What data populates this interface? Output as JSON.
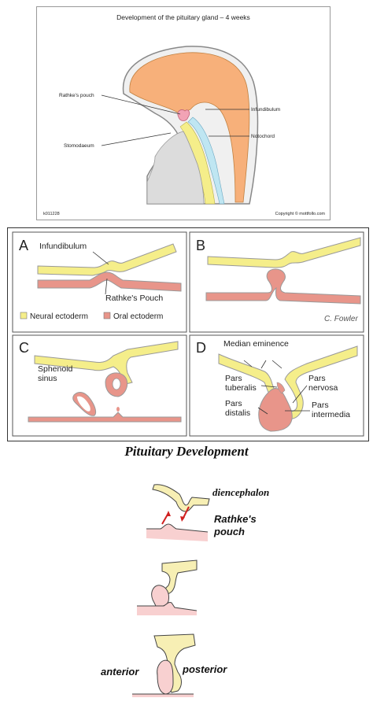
{
  "top_figure": {
    "title": "Development of the pituitary gland – 4 weeks",
    "labels": {
      "rathkes_pouch": "Rathke's pouch",
      "infundibulum": "Infundibulum",
      "stomodaeum": "Stomodaeum",
      "notochord": "Notochord"
    },
    "image_id": "k011228",
    "copyright": "Copyright © mottfollo.com"
  },
  "panel_figure": {
    "panels": {
      "a": {
        "letter": "A",
        "infundibulum": "Infundibulum",
        "rathkes_pouch": "Rathke's Pouch"
      },
      "b": {
        "letter": "B",
        "signature": "C. Fowler"
      },
      "c": {
        "letter": "C",
        "sphenoid_1": "Sphenoid",
        "sphenoid_2": "sinus"
      },
      "d": {
        "letter": "D",
        "median_eminence": "Median eminence",
        "pars_tuberalis_1": "Pars",
        "pars_tuberalis_2": "tuberalis",
        "pars_nervosa_1": "Pars",
        "pars_nervosa_2": "nervosa",
        "pars_distalis_1": "Pars",
        "pars_distalis_2": "distalis",
        "pars_intermedia_1": "Pars",
        "pars_intermedia_2": "intermedia"
      }
    },
    "legend": {
      "neural": "Neural ectoderm",
      "oral": "Oral ectoderm"
    },
    "colors": {
      "neural": "#f5ee8a",
      "oral": "#e8958a",
      "brain": "#f7b07a",
      "pouch": "#f2a3b5"
    }
  },
  "caption": "Pituitary Development",
  "bottom_figure": {
    "diencephalon": "diencephalon",
    "rathkes_1": "Rathke's",
    "rathkes_2": "pouch",
    "anterior": "anterior",
    "posterior": "posterior"
  }
}
